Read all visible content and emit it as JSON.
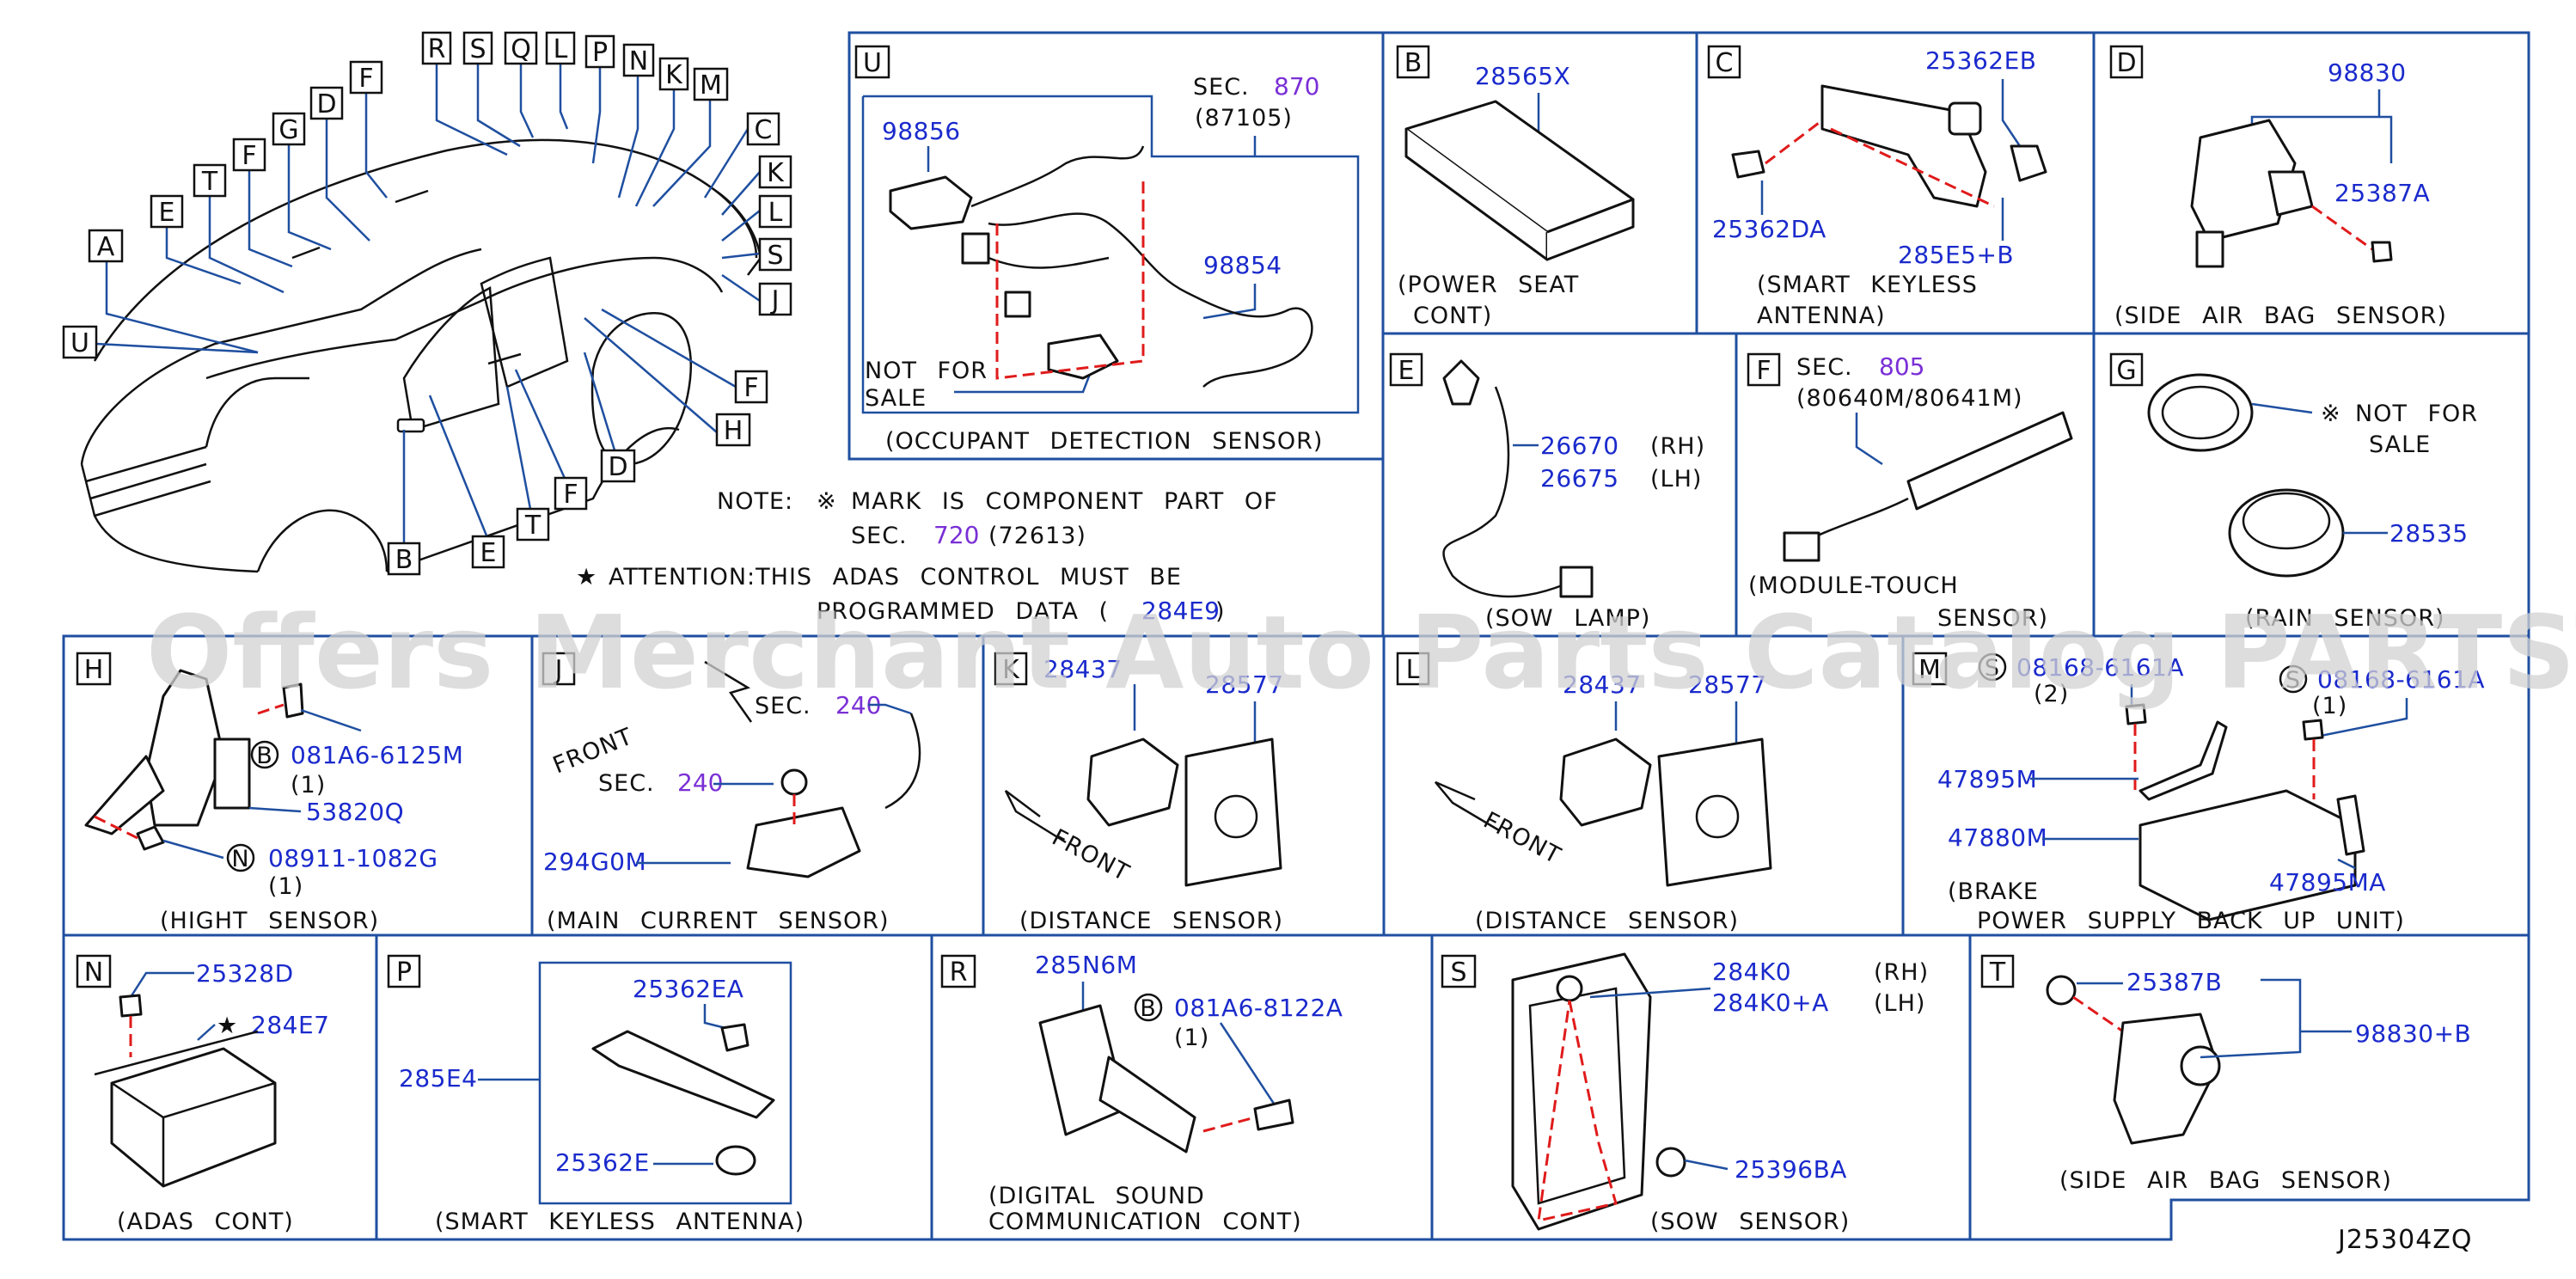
{
  "diagram_code": "J25304ZQ",
  "watermark": "Offers Merchant Auto Parts Catalog PARTSTORE.SA",
  "note": {
    "line1_prefix": "NOTE:",
    "mark_symbol": "※",
    "line1_text": "MARK IS COMPONENT PART OF",
    "line2_sec": "SEC.",
    "line2_sec_num": "720",
    "line2_code": "(72613)",
    "star": "★",
    "line3_text": "ATTENTION:THIS ADAS CONTROL MUST BE",
    "line4_text": "PROGRAMMED DATA (",
    "line4_part": "284E9",
    "line4_close": ")"
  },
  "car_callouts": [
    "R",
    "S",
    "Q",
    "L",
    "P",
    "N",
    "K",
    "M",
    "F",
    "D",
    "G",
    "F",
    "T",
    "E",
    "A",
    "U",
    "C",
    "K",
    "L",
    "S",
    "J",
    "F",
    "H",
    "D",
    "F",
    "T",
    "E",
    "B"
  ],
  "panels": {
    "U": {
      "letter": "U",
      "sec": "SEC.",
      "sec_num": "870",
      "sec_code": "(87105)",
      "p1": "98856",
      "p2": "98854",
      "note1": "NOT FOR",
      "note2": "SALE",
      "caption": "(OCCUPANT DETECTION SENSOR)"
    },
    "B": {
      "letter": "B",
      "p1": "28565X",
      "caption1": "(POWER SEAT",
      "caption2": "CONT)"
    },
    "C": {
      "letter": "C",
      "p1": "25362EB",
      "p2": "25362DA",
      "p3": "285E5+B",
      "caption1": "(SMART KEYLESS",
      "caption2": "ANTENNA)"
    },
    "D": {
      "letter": "D",
      "p1": "98830",
      "p2": "25387A",
      "caption": "(SIDE AIR BAG SENSOR)"
    },
    "E": {
      "letter": "E",
      "p1": "26670",
      "p1_side": "(RH)",
      "p2": "26675",
      "p2_side": "(LH)",
      "caption": "(SOW LAMP)"
    },
    "F": {
      "letter": "F",
      "sec": "SEC.",
      "sec_num": "805",
      "sec_code": "(80640M/80641M)",
      "caption1": "(MODULE-TOUCH",
      "caption2": "SENSOR)"
    },
    "G": {
      "letter": "G",
      "mark": "※",
      "note1": "NOT FOR",
      "note2": "SALE",
      "p1": "28535",
      "caption": "(RAIN SENSOR)"
    },
    "H": {
      "letter": "H",
      "p1_prefix": "B",
      "p1": "081A6-6125M",
      "p1_qty": "(1)",
      "p2": "53820Q",
      "p3_prefix": "N",
      "p3": "08911-1082G",
      "p3_qty": "(1)",
      "caption": "(HIGHT SENSOR)"
    },
    "J": {
      "letter": "J",
      "front": "FRONT",
      "sec1": "SEC.",
      "sec1_num": "240",
      "sec2": "SEC.",
      "sec2_num": "240",
      "p1": "294G0M",
      "caption": "(MAIN CURRENT SENSOR)"
    },
    "K": {
      "letter": "K",
      "p1": "28437",
      "p2": "28577",
      "front": "FRONT",
      "caption": "(DISTANCE SENSOR)"
    },
    "L": {
      "letter": "L",
      "p1": "28437",
      "p2": "28577",
      "front": "FRONT",
      "caption": "(DISTANCE SENSOR)"
    },
    "M": {
      "letter": "M",
      "s1": "S",
      "p1": "08168-6161A",
      "q1": "(2)",
      "s2": "S",
      "p2": "08168-6161A",
      "q2": "(1)",
      "p3": "47895M",
      "p4": "47880M",
      "p5": "47895MA",
      "caption1": "(BRAKE",
      "caption2": "POWER SUPPLY BACK UP UNIT)"
    },
    "N": {
      "letter": "N",
      "p1": "25328D",
      "star": "★",
      "p2": "284E7",
      "caption": "(ADAS CONT)"
    },
    "P": {
      "letter": "P",
      "p1": "25362EA",
      "p2": "285E4",
      "p3": "25362E",
      "caption": "(SMART KEYLESS ANTENNA)"
    },
    "R": {
      "letter": "R",
      "p1": "285N6M",
      "p2_prefix": "B",
      "p2": "081A6-8122A",
      "p2_qty": "(1)",
      "caption1": "(DIGITAL SOUND",
      "caption2": "COMMUNICATION CONT)"
    },
    "S": {
      "letter": "S",
      "p1": "284K0",
      "p1_side": "(RH)",
      "p2": "284K0+A",
      "p2_side": "(LH)",
      "p3": "25396BA",
      "caption": "(SOW SENSOR)"
    },
    "T": {
      "letter": "T",
      "p1": "25387B",
      "p2": "98830+B",
      "caption": "(SIDE AIR BAG SENSOR)"
    }
  }
}
